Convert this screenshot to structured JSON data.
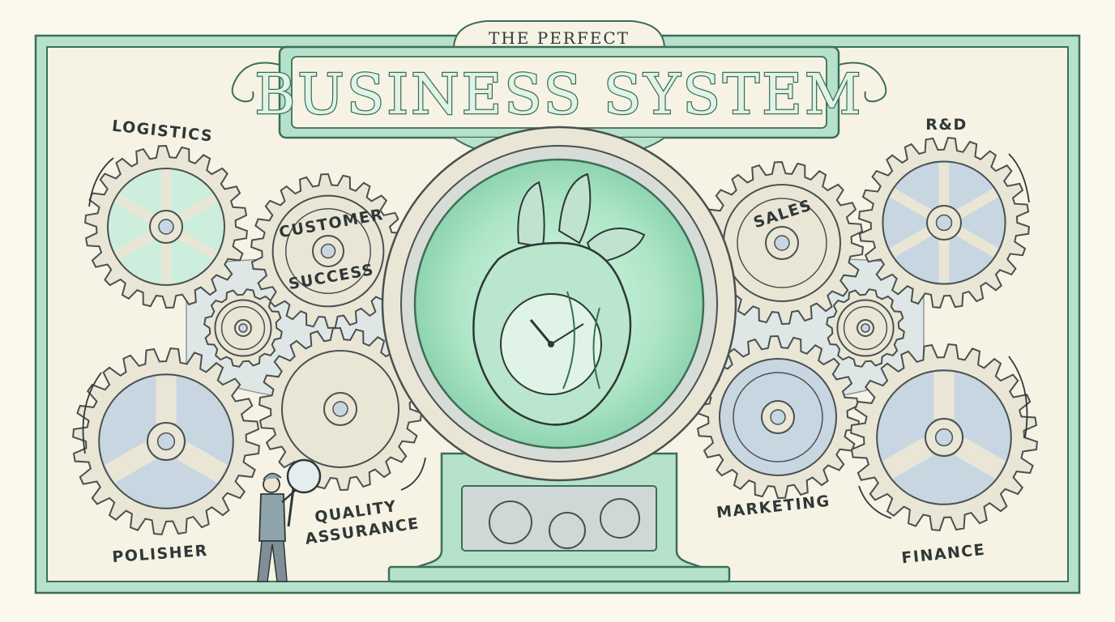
{
  "title": {
    "top": "THE PERFECT",
    "main": "BUSINESS SYSTEM"
  },
  "labels": {
    "logistics": "LOGISTICS",
    "customer_line1": "CUSTOMER",
    "customer_line2": "SUCCESS",
    "polisher": "POLISHER",
    "qa_line1": "QUALITY",
    "qa_line2": "ASSURANCE",
    "sales": "SALES",
    "rd": "R&D",
    "marketing": "MARKETING",
    "finance": "FINANCE"
  },
  "colors": {
    "frame": "#a9dcc4",
    "frame_stroke": "#3d6e58",
    "paper": "#fbf8ee",
    "gear_fill": "#e9e6d6",
    "gear_stroke": "#4a5050",
    "mint": "#cdeedd",
    "blue": "#c8d6e2",
    "heart": "#b9e6cc"
  },
  "icons": {
    "center": "heart-clock-icon",
    "inspector": "inspector-with-magnifier-icon",
    "gear": "gear-icon"
  }
}
